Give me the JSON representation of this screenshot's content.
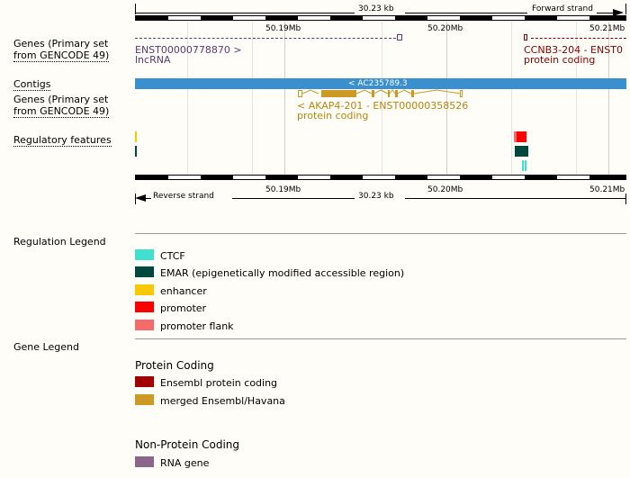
{
  "top_scale": {
    "span_label": "30.23 kb",
    "strand_label": "Forward strand"
  },
  "bottom_scale": {
    "span_label": "30.23 kb",
    "strand_label": "Reverse strand"
  },
  "coords": [
    "50.19Mb",
    "50.20Mb",
    "50.21Mb"
  ],
  "tracks": {
    "genes_forward": {
      "label_line1": "Genes (Primary set",
      "label_line2": "from GENCODE 49)",
      "gene1_name": "ENST00000778870 >",
      "gene1_biotype": "lncRNA",
      "gene2_name": "CCNB3-204 - ENST0",
      "gene2_biotype": "protein coding"
    },
    "contigs": {
      "label": "Contigs",
      "contig_name": "< AC235789.3"
    },
    "genes_reverse": {
      "label_line1": "Genes (Primary set",
      "label_line2": "from GENCODE 49)",
      "gene_name": "< AKAP4-201 - ENST00000358526",
      "gene_biotype": "protein coding"
    },
    "regulatory": {
      "label": "Regulatory features"
    }
  },
  "regulation_legend": {
    "title": "Regulation Legend",
    "items": [
      {
        "label": "CTCF",
        "color": "#40e0d0"
      },
      {
        "label": "EMAR (epigenetically modified accessible region)",
        "color": "#00473e"
      },
      {
        "label": "enhancer",
        "color": "#f8c800"
      },
      {
        "label": "promoter",
        "color": "#ff0000"
      },
      {
        "label": "promoter flank",
        "color": "#f46b6b"
      }
    ]
  },
  "gene_legend": {
    "title": "Gene Legend",
    "protein_coding_heading": "Protein Coding",
    "protein_coding_items": [
      {
        "label": "Ensembl protein coding",
        "color": "#a00000"
      },
      {
        "label": "merged Ensembl/Havana",
        "color": "#cc9922"
      }
    ],
    "non_protein_heading": "Non-Protein Coding",
    "non_protein_items": [
      {
        "label": "RNA gene",
        "color": "#8b668b"
      }
    ]
  },
  "colors": {
    "lncrna": "#5a3a72",
    "protein_coding_red": "#8b0000",
    "merged": "#cc9922",
    "contig": "#3a8fcf"
  }
}
